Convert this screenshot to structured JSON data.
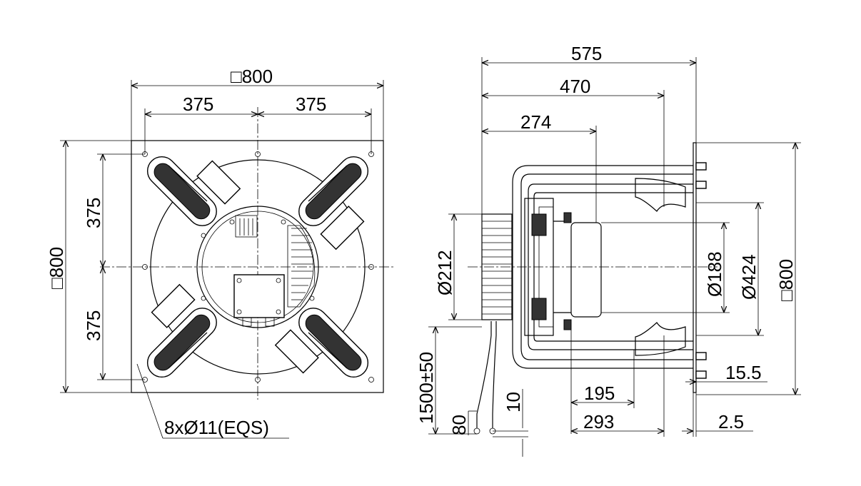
{
  "front_view": {
    "overall_width": "□800",
    "overall_height": "□800",
    "hole_spacing_top_left": "375",
    "hole_spacing_top_right": "375",
    "hole_spacing_left_upper": "375",
    "hole_spacing_left_lower": "375",
    "hole_callout": "8xØ11(EQS)"
  },
  "side_view": {
    "overall_depth": "575",
    "depth_470": "470",
    "depth_274": "274",
    "motor_diameter": "Ø212",
    "inlet_diameter": "Ø188",
    "impeller_diameter": "Ø424",
    "plate_size": "□800",
    "cable_length": "1500±50",
    "cable_80": "80",
    "cable_10": "10",
    "dim_195": "195",
    "dim_293": "293",
    "dim_15_5": "15.5",
    "dim_2_5": "2.5"
  }
}
